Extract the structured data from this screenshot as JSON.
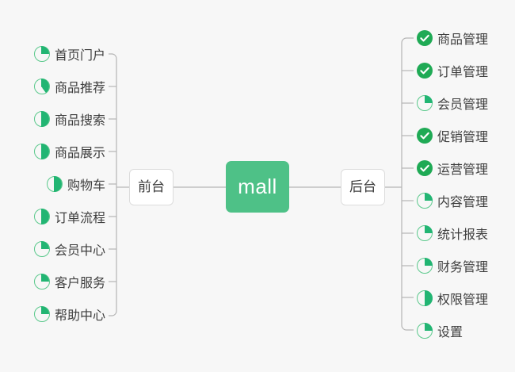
{
  "diagram": {
    "type": "mindmap",
    "background_color": "#f7f7f7",
    "root": {
      "label": "mall",
      "color": "#4ec187",
      "text_color": "#ffffff"
    },
    "branches": [
      {
        "label": "前台",
        "side": "left"
      },
      {
        "label": "后台",
        "side": "right"
      }
    ],
    "colors": {
      "pie_outline": "#5bc98c",
      "pie_fill": "#22b573",
      "check_circle": "#1faa55",
      "check_mark": "#ffffff",
      "connector_line": "#b5b5b5",
      "node_border": "#dcdcdc",
      "node_text": "#3e3e3e"
    },
    "left_items": [
      {
        "label": "首页门户",
        "icon": "pie-progress-icon",
        "progress": 25
      },
      {
        "label": "商品推荐",
        "icon": "pie-progress-icon",
        "progress": 40
      },
      {
        "label": "商品搜索",
        "icon": "pie-progress-icon",
        "progress": 50
      },
      {
        "label": "商品展示",
        "icon": "pie-progress-icon",
        "progress": 50
      },
      {
        "label": "购物车",
        "icon": "pie-progress-icon",
        "progress": 50
      },
      {
        "label": "订单流程",
        "icon": "pie-progress-icon",
        "progress": 50
      },
      {
        "label": "会员中心",
        "icon": "pie-progress-icon",
        "progress": 25
      },
      {
        "label": "客户服务",
        "icon": "pie-progress-icon",
        "progress": 25
      },
      {
        "label": "帮助中心",
        "icon": "pie-progress-icon",
        "progress": 25
      }
    ],
    "right_items": [
      {
        "label": "商品管理",
        "icon": "check-circle-icon",
        "progress": 100
      },
      {
        "label": "订单管理",
        "icon": "check-circle-icon",
        "progress": 100
      },
      {
        "label": "会员管理",
        "icon": "pie-progress-icon",
        "progress": 25
      },
      {
        "label": "促销管理",
        "icon": "check-circle-icon",
        "progress": 100
      },
      {
        "label": "运营管理",
        "icon": "check-circle-icon",
        "progress": 100
      },
      {
        "label": "内容管理",
        "icon": "pie-progress-icon",
        "progress": 25
      },
      {
        "label": "统计报表",
        "icon": "pie-progress-icon",
        "progress": 25
      },
      {
        "label": "财务管理",
        "icon": "pie-progress-icon",
        "progress": 25
      },
      {
        "label": "权限管理",
        "icon": "pie-progress-icon",
        "progress": 50
      },
      {
        "label": "设置",
        "icon": "pie-progress-icon",
        "progress": 25
      }
    ]
  }
}
